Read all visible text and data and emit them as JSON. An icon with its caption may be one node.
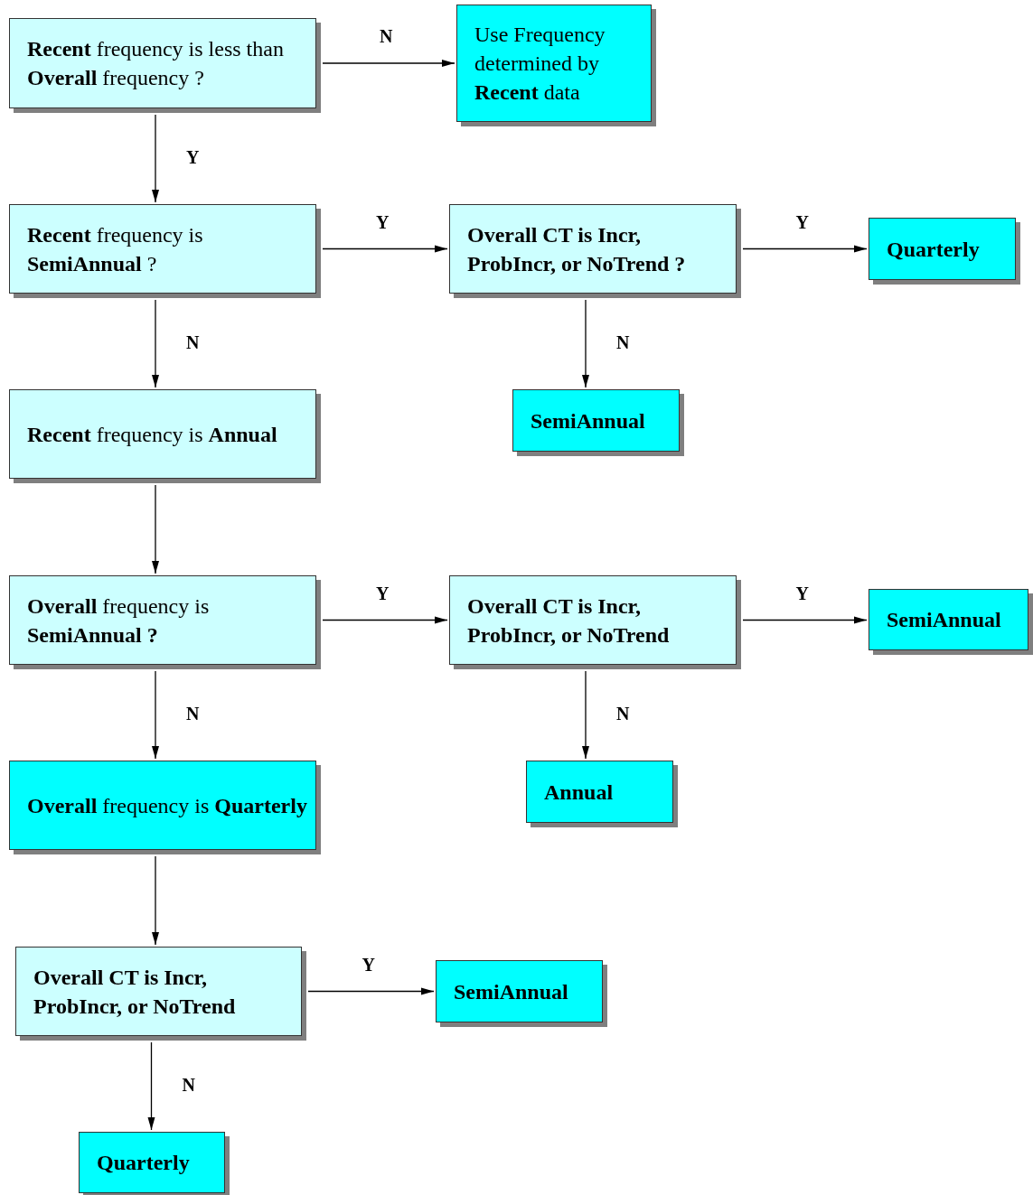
{
  "diagram": {
    "nodes": [
      {
        "text": [
          "**Recent** frequency is less than **Overall** frequency ?"
        ]
      },
      {
        "text": [
          "Use Frequency determined by **Recent** data"
        ]
      },
      {
        "text": [
          "**Recent** frequency is **SemiAnnual** ?"
        ]
      },
      {
        "text": [
          "Overall CT is Incr, ProbIncr, or NoTrend ?"
        ]
      },
      {
        "text": [
          "Quarterly"
        ]
      },
      {
        "text": [
          "SemiAnnual"
        ]
      },
      {
        "text": [
          "**Recent** frequency is **Annual**"
        ]
      },
      {
        "text": [
          "**Overall** frequency is **SemiAnnual ?**"
        ]
      },
      {
        "text": [
          "Overall CT is Incr, ProbIncr, or NoTrend"
        ]
      },
      {
        "text": [
          "SemiAnnual"
        ]
      },
      {
        "text": [
          "Annual"
        ]
      },
      {
        "text": [
          "**Overall** frequency is **Quarterly**"
        ]
      },
      {
        "text": [
          "Overall CT is Incr, ProbIncr, or NoTrend"
        ]
      },
      {
        "text": [
          "SemiAnnual"
        ]
      },
      {
        "text": [
          "Quarterly"
        ]
      }
    ],
    "edges": [
      {
        "from": 0,
        "to": 1,
        "arrow": "to",
        "label": "N"
      },
      {
        "from": 0,
        "to": 2,
        "arrow": "to",
        "label": "Y"
      },
      {
        "from": 2,
        "to": 3,
        "arrow": "to",
        "label": "Y"
      },
      {
        "from": 3,
        "to": 4,
        "arrow": "to",
        "label": "Y"
      },
      {
        "from": 3,
        "to": 5,
        "arrow": "to",
        "label": "N"
      },
      {
        "from": 2,
        "to": 6,
        "arrow": "to",
        "label": "N"
      },
      {
        "from": 6,
        "to": 7,
        "arrow": "to"
      },
      {
        "from": 7,
        "to": 8,
        "arrow": "to",
        "label": "Y"
      },
      {
        "from": 8,
        "to": 9,
        "arrow": "to",
        "label": "Y"
      },
      {
        "from": 8,
        "to": 10,
        "arrow": "to",
        "label": "N"
      },
      {
        "from": 7,
        "to": 11,
        "arrow": "to",
        "label": "N"
      },
      {
        "from": 11,
        "to": 12,
        "arrow": "to"
      },
      {
        "from": 12,
        "to": 13,
        "arrow": "to",
        "label": "Y"
      },
      {
        "from": 12,
        "to": 14,
        "arrow": "to",
        "label": "N"
      }
    ]
  }
}
